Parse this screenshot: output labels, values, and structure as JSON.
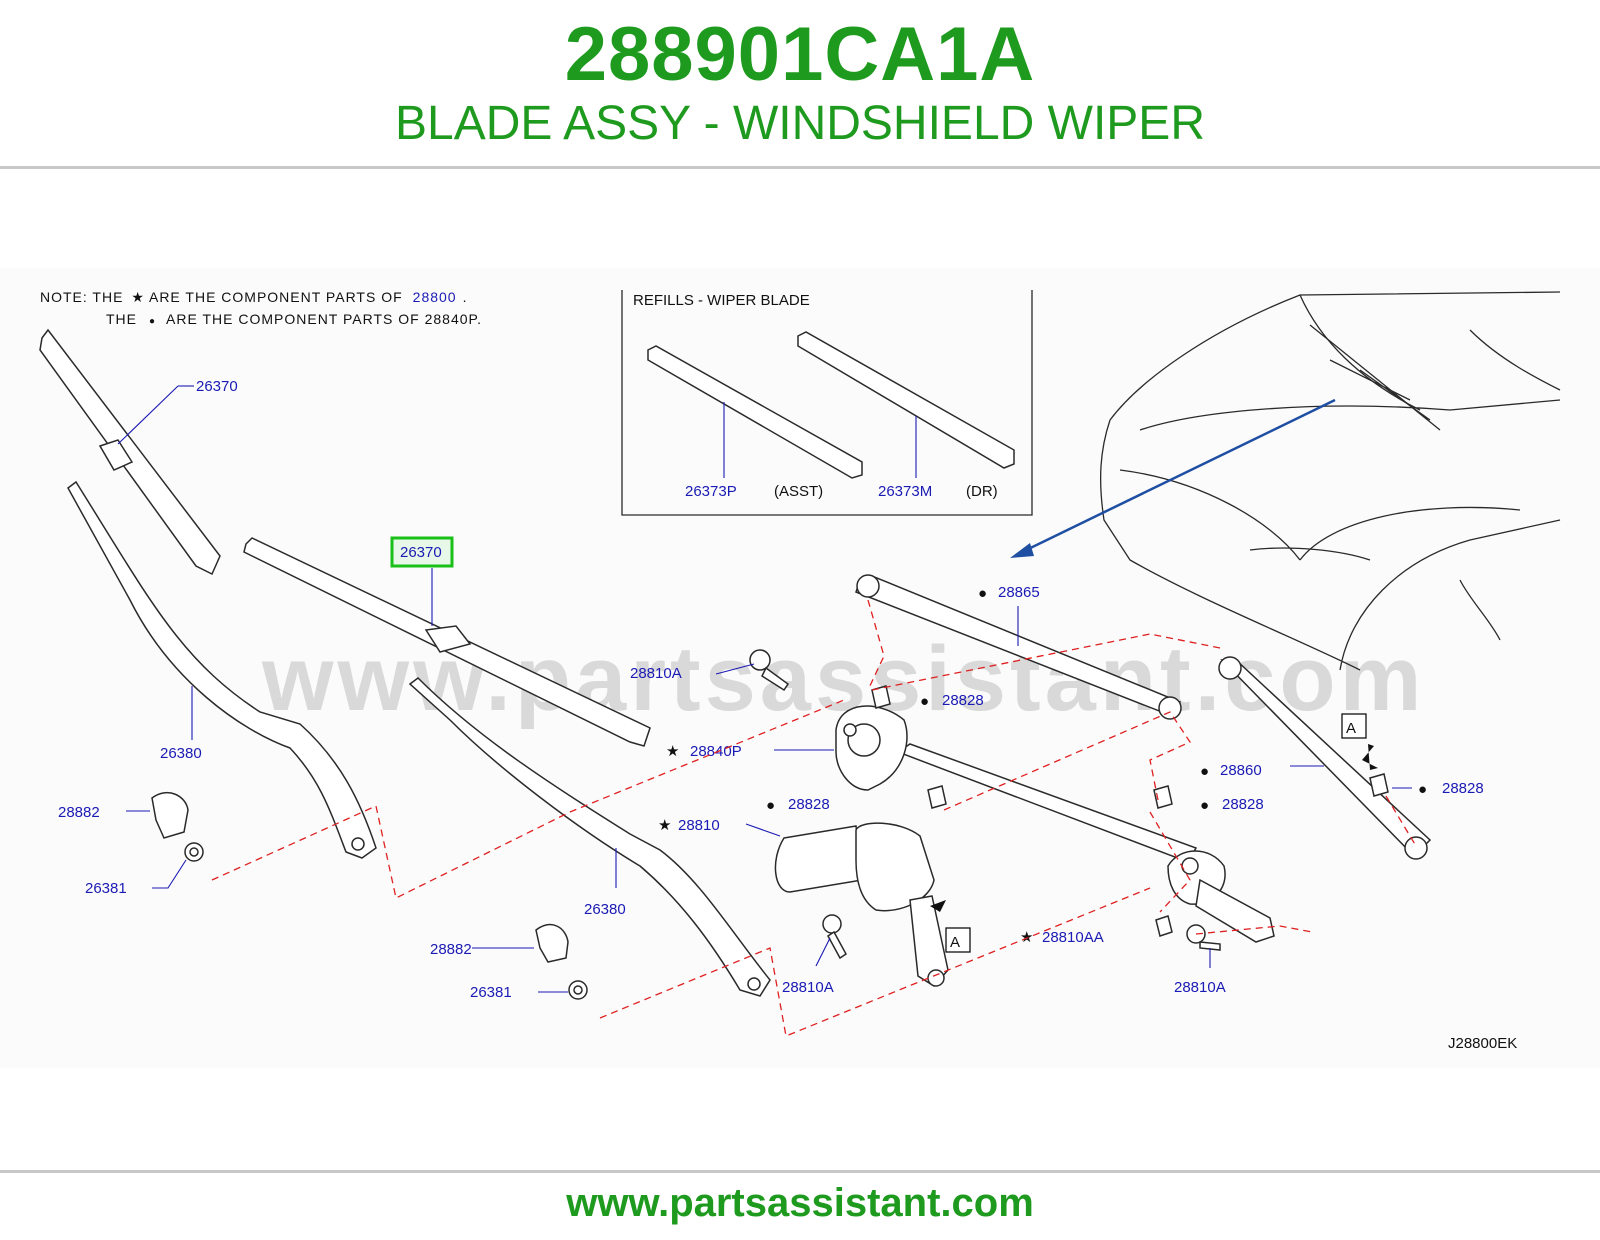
{
  "header": {
    "part_number": "288901CA1A",
    "part_name": "BLADE ASSY - WINDSHIELD WIPER"
  },
  "notes": {
    "line1_prefix": "NOTE:  THE",
    "line1_mid": "ARE  THE  COMPONENT  PARTS  OF",
    "line1_ref": "28800",
    "line1_end": ".",
    "line2_prefix": "THE",
    "line2_mid": "ARE  THE  COMPONENT  PARTS  OF  28840P."
  },
  "refills": {
    "title": "REFILLS  -  WIPER  BLADE",
    "asst_code": "26373P",
    "asst_tag": "(ASST)",
    "dr_code": "26373M",
    "dr_tag": "(DR)"
  },
  "labels": {
    "blade_upper": "26370",
    "blade_highlight": "26370",
    "arm_left": "26380",
    "arm_center": "26380",
    "cap_left": "28882",
    "cap_center": "28882",
    "nut_left": "26381",
    "nut_center": "26381",
    "link_top": "28865",
    "link_right": "28860",
    "bolt_top": "28810A",
    "bolt_bottom_left": "28810A",
    "bolt_bottom_right": "28810A",
    "bush_1": "28828",
    "bush_2": "28828",
    "bush_3": "28828",
    "bush_4": "28828",
    "linkage": "28840P",
    "motor": "28810",
    "bracket": "28810AA",
    "view_a_1": "A",
    "view_a_2": "A",
    "diagram_code": "J28800EK"
  },
  "symbols": {
    "star": "★",
    "dot": "●"
  },
  "watermark": "www.partsassistant.com",
  "footer": {
    "url": "www.partsassistant.com"
  },
  "colors": {
    "brand_green": "#1e9a1e",
    "label_blue": "#1a1ab4",
    "highlight_green": "#18c018",
    "dash_red": "#e02020"
  }
}
